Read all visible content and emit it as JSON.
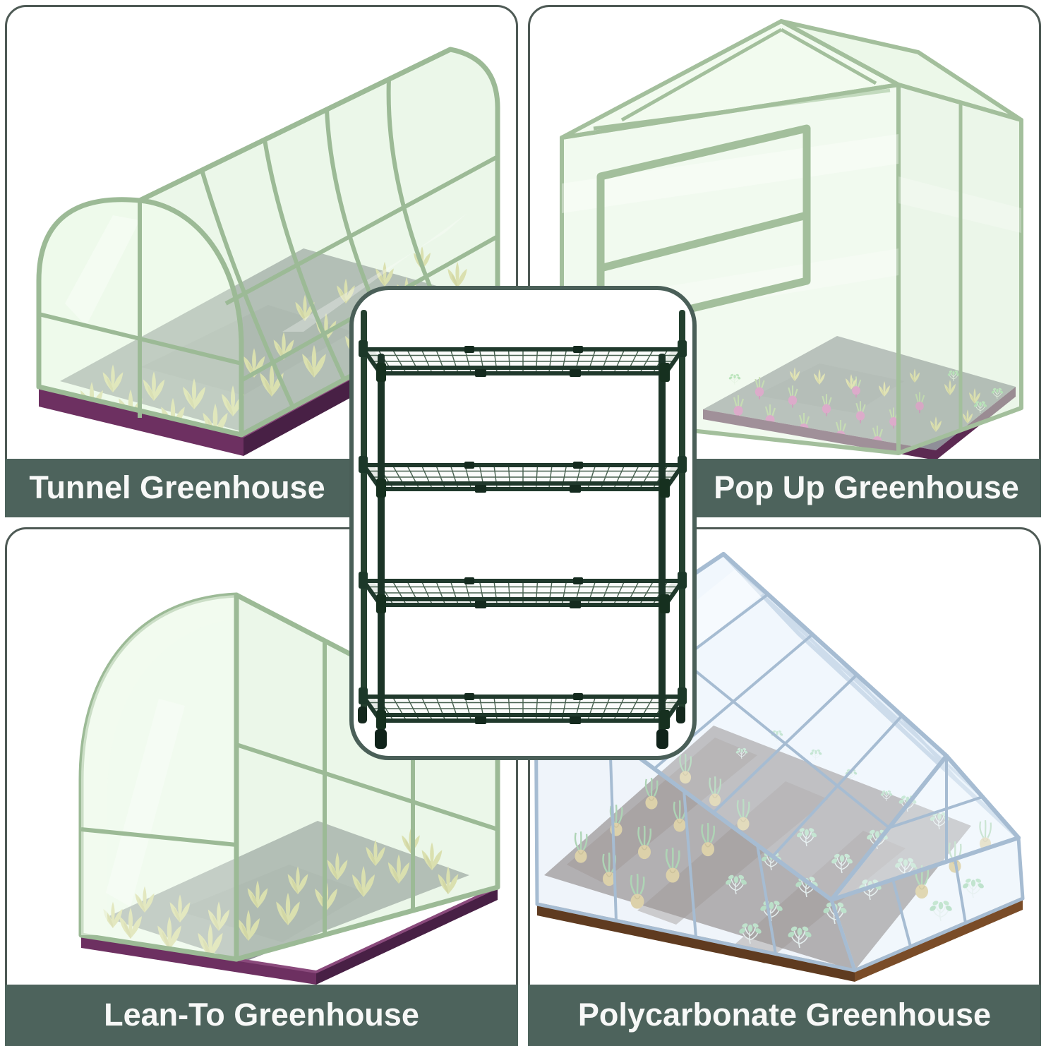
{
  "image_title": "Greenhouse types comparison product graphic",
  "panels": [
    {
      "id": "tunnel-greenhouse",
      "label": "Tunnel Greenhouse",
      "position": "top-left"
    },
    {
      "id": "pop-up-greenhouse",
      "label": "Pop Up Greenhouse",
      "position": "top-right"
    },
    {
      "id": "lean-to-greenhouse",
      "label": "Lean-To Greenhouse",
      "position": "bottom-left"
    },
    {
      "id": "polycarbonate-greenhouse",
      "label": "Polycarbonate Greenhouse",
      "position": "bottom-right"
    }
  ],
  "center_product": {
    "name": "4-Tier Greenhouse Shelving Unit",
    "tier_count": 4
  },
  "palette": {
    "label_bar": "#4d635c",
    "label_text": "#f7f8f7",
    "panel_border": "#4e5a55",
    "card_border": "#4a5f58",
    "greenhouse_cover_green": "#d9f1d5",
    "greenhouse_frame_green": "#9cba96",
    "polycarbonate_pane_blue": "#e4effa",
    "polycarbonate_frame_blue": "#a6bcd2",
    "base_purple": "#6d3061",
    "base_purple_dark": "#482045",
    "base_brown": "#5f3b20",
    "soil_gray": "#8f8f98",
    "soil_brown": "#84766f",
    "plant_yellow": "#ddd08a",
    "radish_pink": "#d561b5",
    "onion_tan": "#d9b95e",
    "seedling_green": "#8fd194",
    "shelf_frame": "#1d3628"
  }
}
